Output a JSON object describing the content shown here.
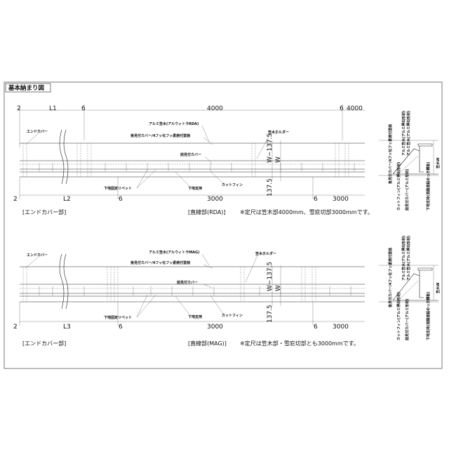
{
  "title": "基本納まり図",
  "rda": {
    "top_dims": [
      "2",
      "L1",
      "6",
      "4000",
      "6",
      "4000"
    ],
    "bottom_dims": [
      "2",
      "L2",
      "6",
      "3000",
      "6",
      "3000"
    ],
    "height_dims": [
      "W−137.5",
      "W",
      "137.5"
    ],
    "labels": {
      "end_cover": "エンドカバー",
      "aluminum_top": "アルミ笠木(アルウィトラRDA)",
      "back_cover": "後見付カバー/4フッ化フッ素焼付塗装",
      "holder": "笠木ホルダー",
      "front_cover": "前見付カバー",
      "rivet": "下地固定リベット",
      "support": "下地支持",
      "cut_fin": "カットフィン"
    },
    "captions": {
      "end": "[エンドカバー部]",
      "straight": "[直線部(RDA)]",
      "note": "※定尺は笠木部4000mm、雪庇切部3000mmです。"
    },
    "section_labels": {
      "back_cover": "後見付カバー/4フッ化フッ素焼付塗装",
      "top_note": "アルミ笠木(アルミ押出形材)",
      "front_note": "アルミ笠木(アルミ押出形材)",
      "width": "笠木W",
      "cut_fin": "カットフィン(アルミ押出形材)",
      "front_cover": "前見付カバー(アルミ形材)",
      "support": "下地支持(溶融亜鉛めっき鋼板)"
    }
  },
  "mag": {
    "bottom_dims": [
      "2",
      "L3",
      "6",
      "3000",
      "6",
      "3000"
    ],
    "height_dims": [
      "W−137.5",
      "W",
      "137.5"
    ],
    "labels": {
      "end_cover": "エンドカバー",
      "aluminum_top": "アルミ笠木(アルウィトラMAG)",
      "back_cover": "後見付カバー/4フッ化フッ素焼付塗装",
      "holder": "笠木ホルダー",
      "front_cover": "前見付カバー",
      "rivet": "下地固定リベット",
      "support": "下地支持",
      "cut_fin": "カットフィン"
    },
    "captions": {
      "end": "[エンドカバー部]",
      "straight": "[直線部(MAG)]",
      "note": "※定尺は笠木部・雪庇切部とも3000mmです。"
    },
    "section_labels": {
      "back_cover": "後見付カバー/4フッ化フッ素焼付塗装",
      "top_note": "アルミ笠木(アルミ押出形材)",
      "front_note": "アルミ笠木(アルミ押出形材)",
      "width": "笠木W",
      "cut_fin": "カットフィン(アルミ押出形材)",
      "front_cover": "前見付カバー(アルミ形材)",
      "support": "下地支持(溶融亜鉛めっき鋼板)"
    }
  }
}
